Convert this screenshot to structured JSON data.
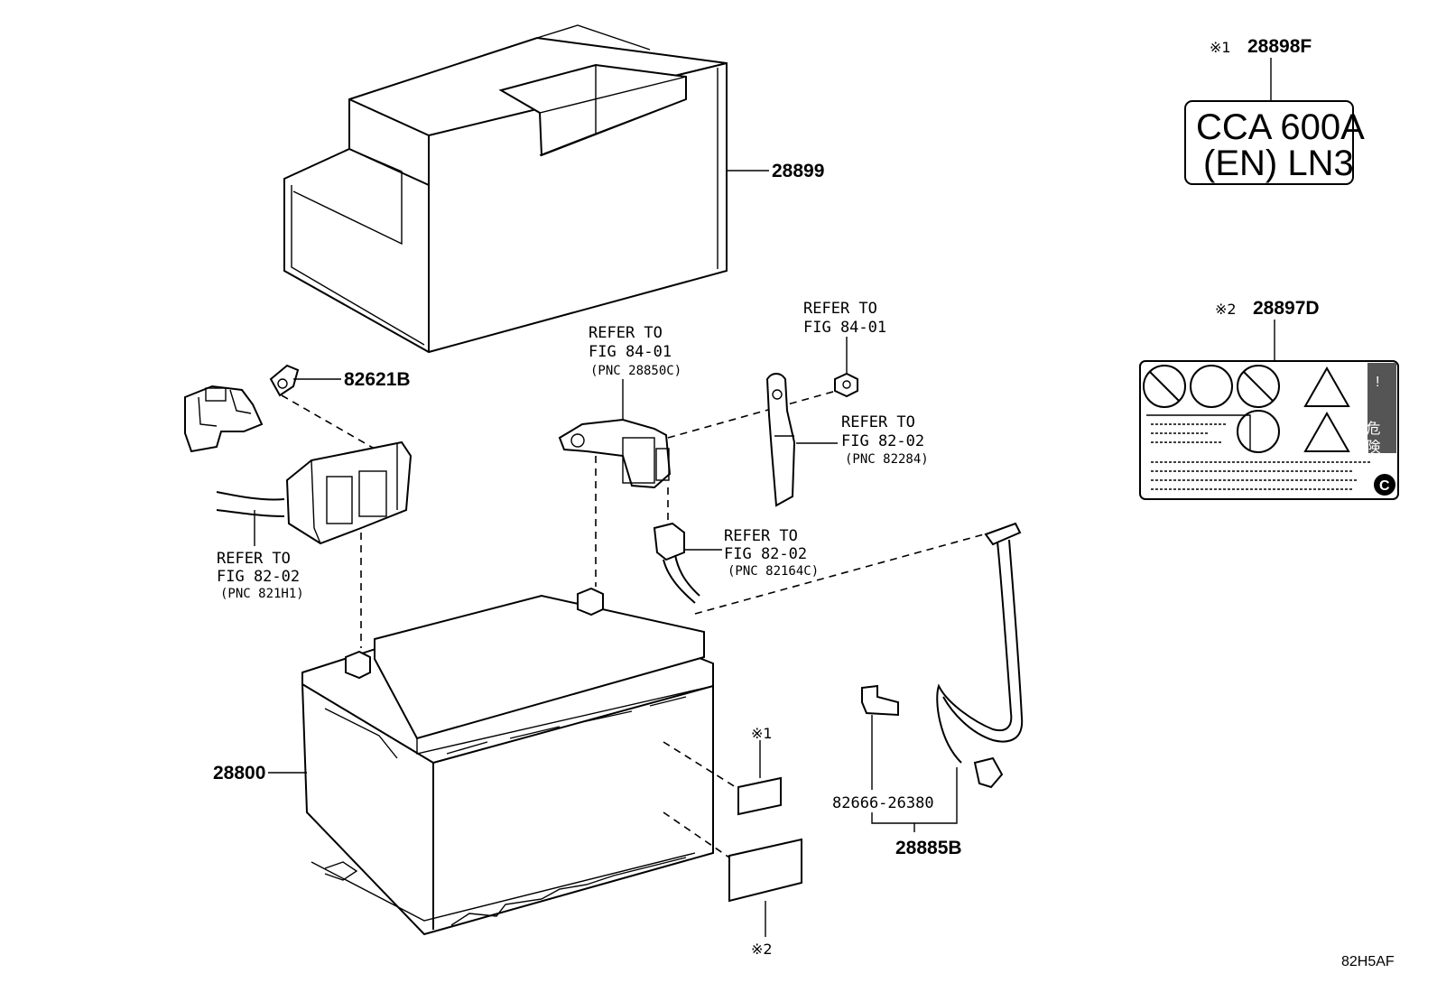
{
  "diagram": {
    "code": "82H5AF",
    "parts": {
      "cover": "28899",
      "battery": "28800",
      "clamp": "82621B",
      "cable_assy": "28885B",
      "cable_part": "82666-26380",
      "label1": "28898F",
      "label2": "28897D"
    },
    "markers": {
      "m1": "※1",
      "m2": "※2",
      "m1_small": "※1",
      "m2_small": "※2"
    },
    "refs": {
      "r1": {
        "line1": "REFER TO",
        "line2": "FIG 84-01",
        "pnc": "(PNC 28850C)"
      },
      "r2": {
        "line1": "REFER TO",
        "line2": "FIG 84-01"
      },
      "r3": {
        "line1": "REFER TO",
        "line2": "FIG 82-02",
        "pnc": "(PNC 82284)"
      },
      "r4": {
        "line1": "REFER TO",
        "line2": "FIG 82-02",
        "pnc": "(PNC 82164C)"
      },
      "r5": {
        "line1": "REFER TO",
        "line2": "FIG 82-02",
        "pnc": "(PNC 821H1)"
      }
    },
    "label1_text": {
      "line1": "CCA 600A",
      "line2": "(EN) LN3"
    },
    "label2_text": {
      "kanji": "危 険",
      "copyright": "C",
      "warn": "!"
    }
  }
}
